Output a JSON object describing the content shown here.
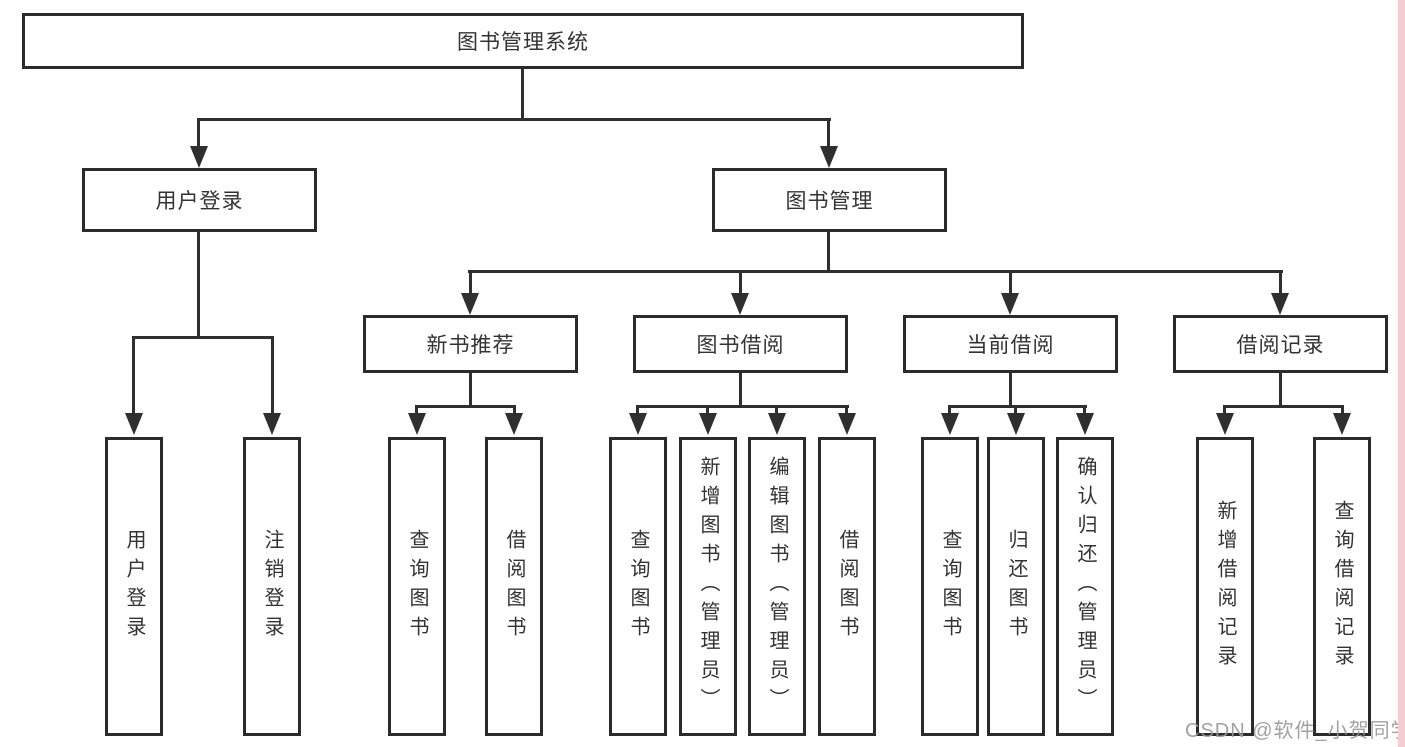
{
  "title": {
    "label": "图书管理系统"
  },
  "branches": {
    "user_login": {
      "label": "用户登录",
      "children": [
        "用户登录",
        "注销登录"
      ]
    },
    "book_mgmt": {
      "label": "图书管理"
    }
  },
  "modules": {
    "new_books": {
      "label": "新书推荐",
      "children": [
        "查询图书",
        "借阅图书"
      ]
    },
    "borrowing": {
      "label": "图书借阅",
      "children": [
        "查询图书",
        "新增图书（管理员）",
        "编辑图书（管理员）",
        "借阅图书"
      ]
    },
    "current": {
      "label": "当前借阅",
      "children": [
        "查询图书",
        "归还图书",
        "确认归还（管理员）"
      ]
    },
    "records": {
      "label": "借阅记录",
      "children": [
        "新增借阅记录",
        "查询借阅记录"
      ]
    }
  },
  "watermark": {
    "text": "CSDN @软件_小贺同学",
    "color": "#989898"
  },
  "colors": {
    "line": "#2f2f2f",
    "border": "#2b2b2b",
    "text": "#333333",
    "background": "#ffffff",
    "right_edge_strip": "#f5ced2"
  }
}
